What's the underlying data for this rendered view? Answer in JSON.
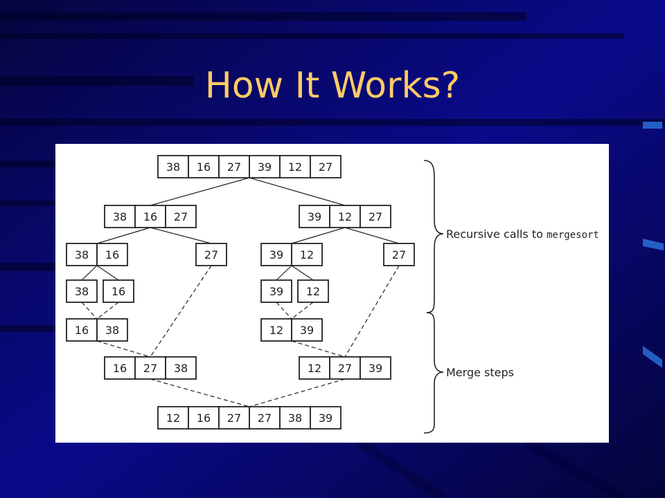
{
  "slide": {
    "title": "How It Works?"
  },
  "colors": {
    "background": "#06066e",
    "title": "#ffcc66",
    "panel": "#ffffff",
    "ink": "#222222"
  },
  "diagram": {
    "labels": {
      "recursive_prefix": "Recursive calls to ",
      "recursive_code": "mergesort",
      "merge": "Merge steps"
    },
    "levels": [
      {
        "name": "split-level-0",
        "arrays": [
          [
            38,
            16,
            27,
            39,
            12,
            27
          ]
        ]
      },
      {
        "name": "split-level-1",
        "arrays": [
          [
            38,
            16,
            27
          ],
          [
            39,
            12,
            27
          ]
        ]
      },
      {
        "name": "split-level-2",
        "arrays": [
          [
            38,
            16
          ],
          [
            27
          ],
          [
            39,
            12
          ],
          [
            27
          ]
        ]
      },
      {
        "name": "split-level-3",
        "arrays": [
          [
            38
          ],
          [
            16
          ],
          [
            39
          ],
          [
            12
          ]
        ]
      },
      {
        "name": "merge-level-1",
        "arrays": [
          [
            16,
            38
          ],
          [
            12,
            39
          ]
        ]
      },
      {
        "name": "merge-level-2",
        "arrays": [
          [
            16,
            27,
            38
          ],
          [
            12,
            27,
            39
          ]
        ]
      },
      {
        "name": "merge-level-3",
        "arrays": [
          [
            12,
            16,
            27,
            27,
            38,
            39
          ]
        ]
      }
    ]
  }
}
